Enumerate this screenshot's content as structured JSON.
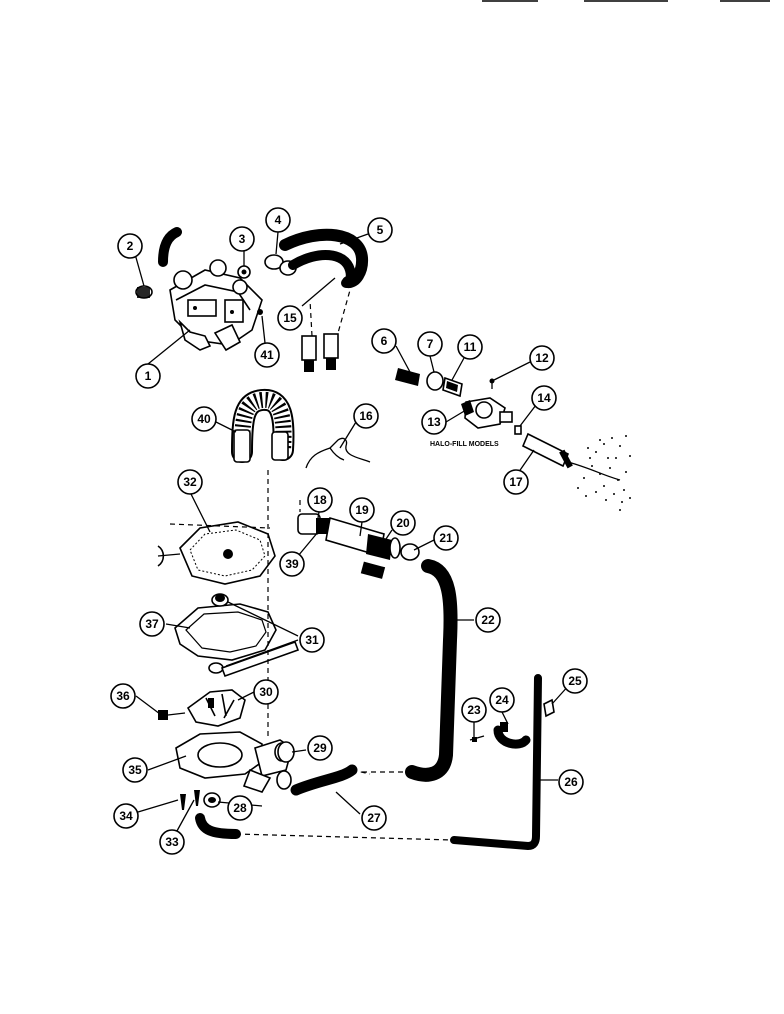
{
  "diagram": {
    "note": "HALO-FILL MODELS",
    "callouts": [
      "1",
      "2",
      "3",
      "4",
      "5",
      "6",
      "7",
      "11",
      "12",
      "13",
      "14",
      "15",
      "16",
      "17",
      "18",
      "19",
      "20",
      "21",
      "22",
      "23",
      "24",
      "25",
      "26",
      "27",
      "28",
      "29",
      "30",
      "31",
      "32",
      "33",
      "34",
      "35",
      "36",
      "37",
      "39",
      "40",
      "41"
    ]
  }
}
